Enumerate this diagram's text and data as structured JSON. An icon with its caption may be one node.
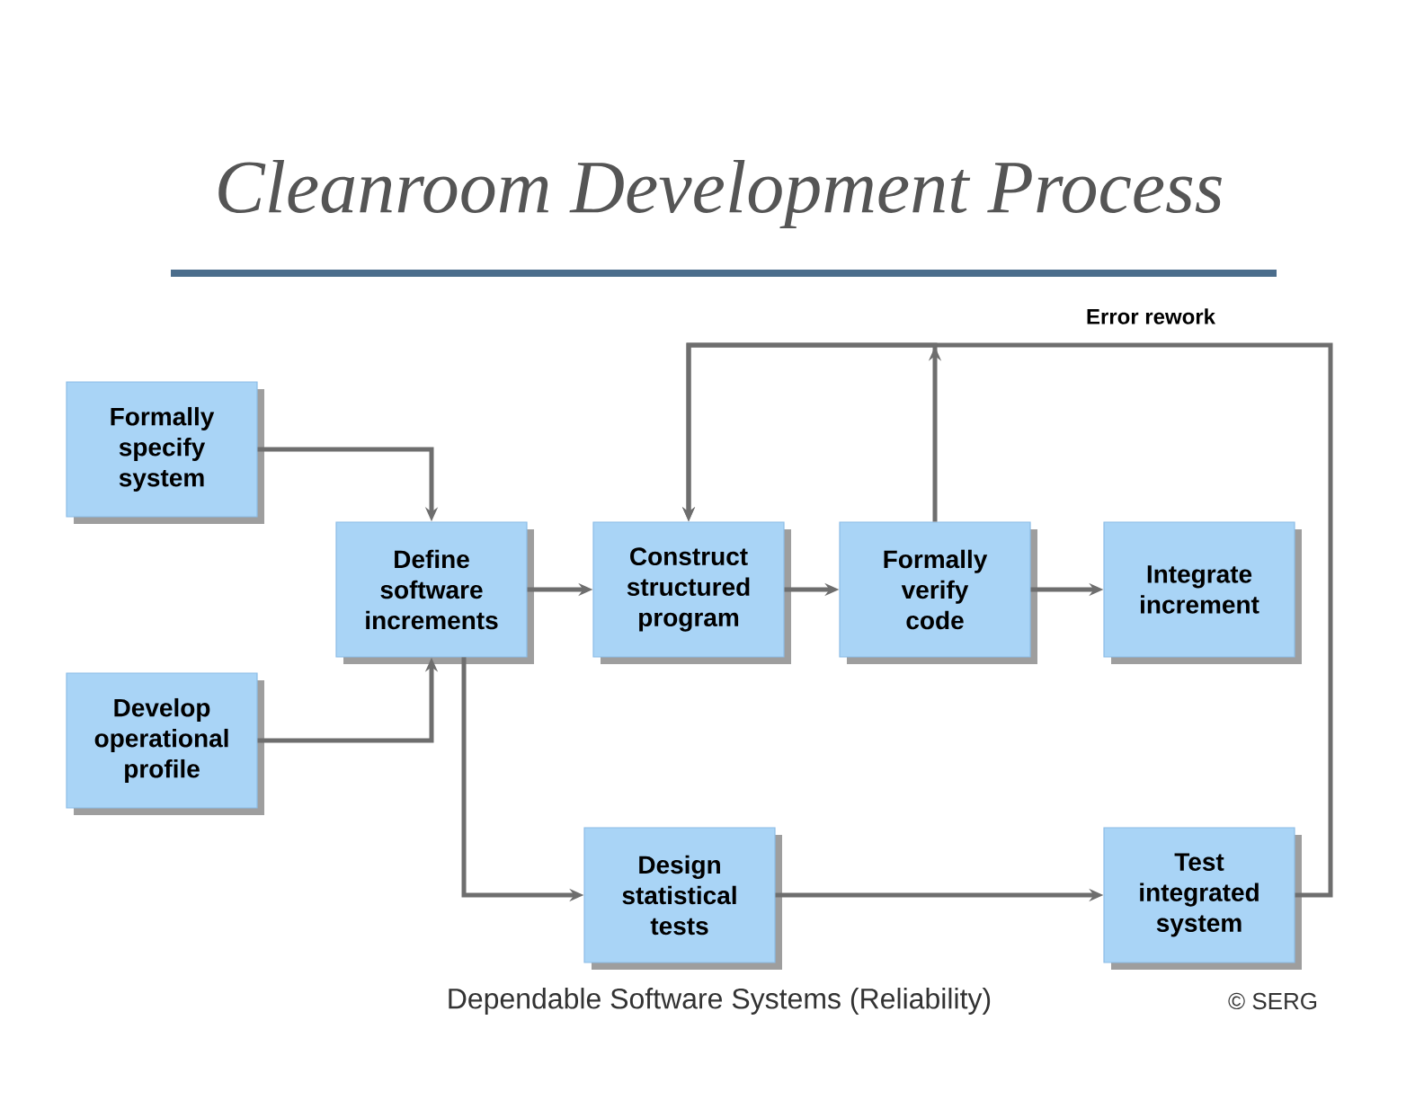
{
  "diagram": {
    "title": "Cleanroom Development Process",
    "nodes": [
      {
        "text": [
          "Formally specify system"
        ]
      },
      {
        "text": [
          "Develop operational profile"
        ]
      },
      {
        "text": [
          "Define software increments"
        ]
      },
      {
        "text": [
          "Construct structured program"
        ]
      },
      {
        "text": [
          "Formally verify code"
        ]
      },
      {
        "text": [
          "Integrate increment"
        ]
      },
      {
        "text": [
          "Design statistical tests"
        ]
      },
      {
        "text": [
          "Test integrated system"
        ]
      }
    ],
    "edges": [
      {
        "from": 0,
        "to": 2,
        "arrow": "to"
      },
      {
        "from": 1,
        "to": 2,
        "arrow": "to"
      },
      {
        "from": 2,
        "to": 3,
        "arrow": "to"
      },
      {
        "from": 3,
        "to": 4,
        "arrow": "to"
      },
      {
        "from": 4,
        "to": 5,
        "arrow": "to"
      },
      {
        "from": 2,
        "to": 6,
        "arrow": "to"
      },
      {
        "from": 6,
        "to": 7,
        "arrow": "to"
      },
      {
        "from": 7,
        "to": 3,
        "arrow": "to",
        "label": "Error rework"
      },
      {
        "from": 4,
        "to": 3,
        "arrow": "to"
      }
    ],
    "labels": [
      "Dependable Software Systems (Reliability)",
      "© SERG"
    ]
  }
}
